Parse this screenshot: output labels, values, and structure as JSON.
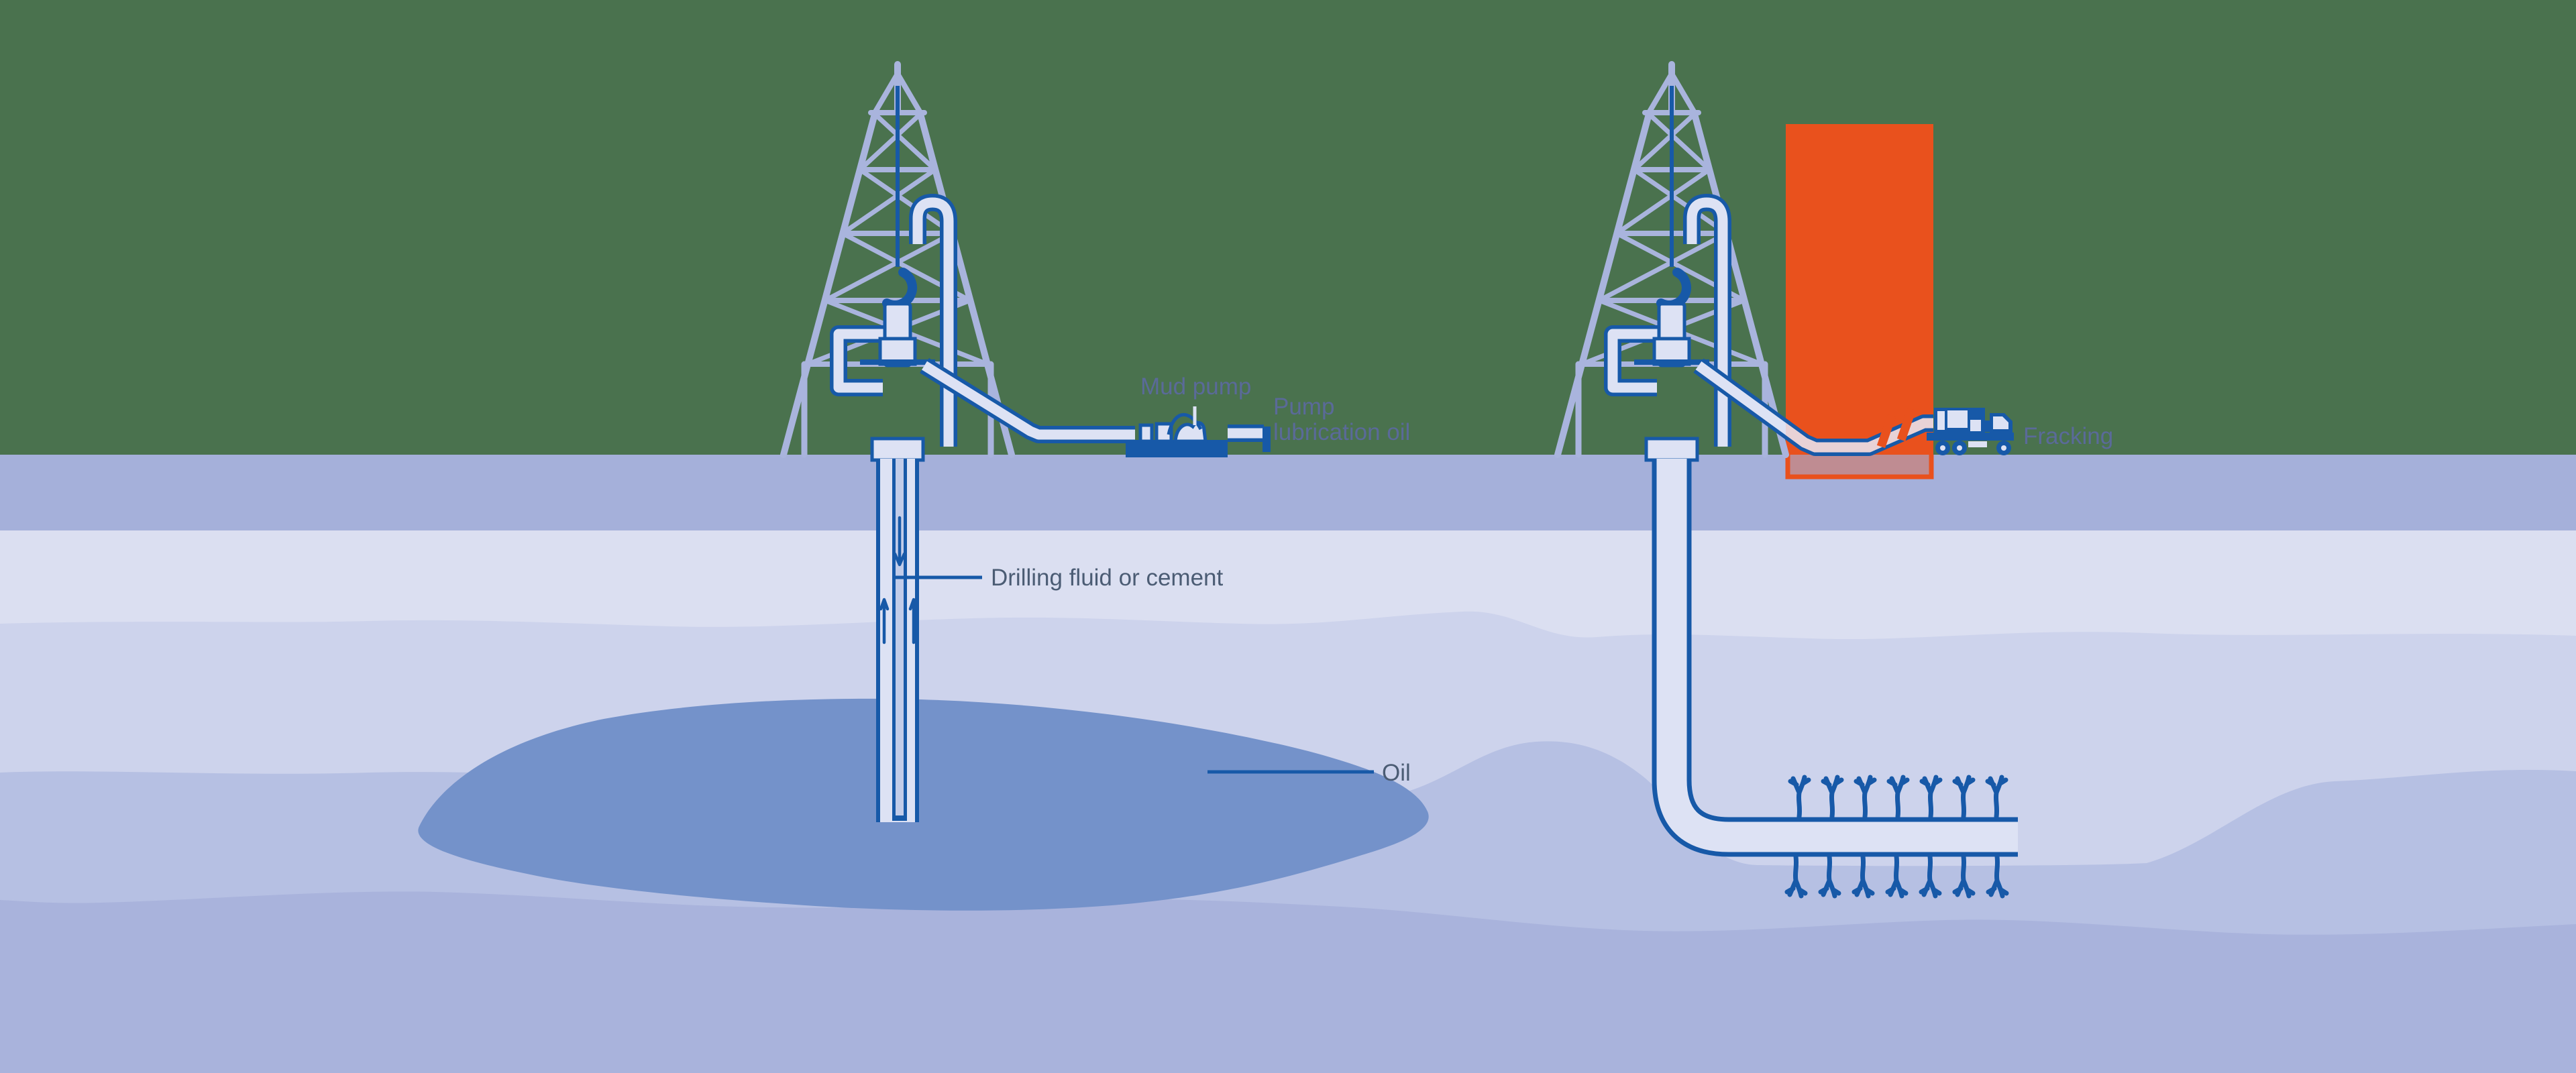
{
  "labels": {
    "mud_pump": "Mud pump",
    "pump_lubrication_line1": "Pump",
    "pump_lubrication_line2": "lubrication oil",
    "drilling_fluid": "Drilling fluid or cement",
    "oil": "Oil",
    "fracking": "Fracking"
  },
  "colors": {
    "green": "#4a724e",
    "surface_band": "#a5b0da",
    "soil_light": "#dbdff1",
    "soil_mid": "#cdd3ec",
    "soil_deep": "#b6c0e3",
    "soil_deepest": "#a9b3dc",
    "oil_blue": "#7492ca",
    "dark_blue": "#1759a8",
    "lattice": "#a9b4dd",
    "pipe_fill": "#dde2f4",
    "pipe_inner": "#c2cce9",
    "orange": "#e9511d",
    "pipe_in_orange": "#e8d2d6",
    "label_surface": "#5a6a99",
    "label_underground": "#4b5c74"
  }
}
